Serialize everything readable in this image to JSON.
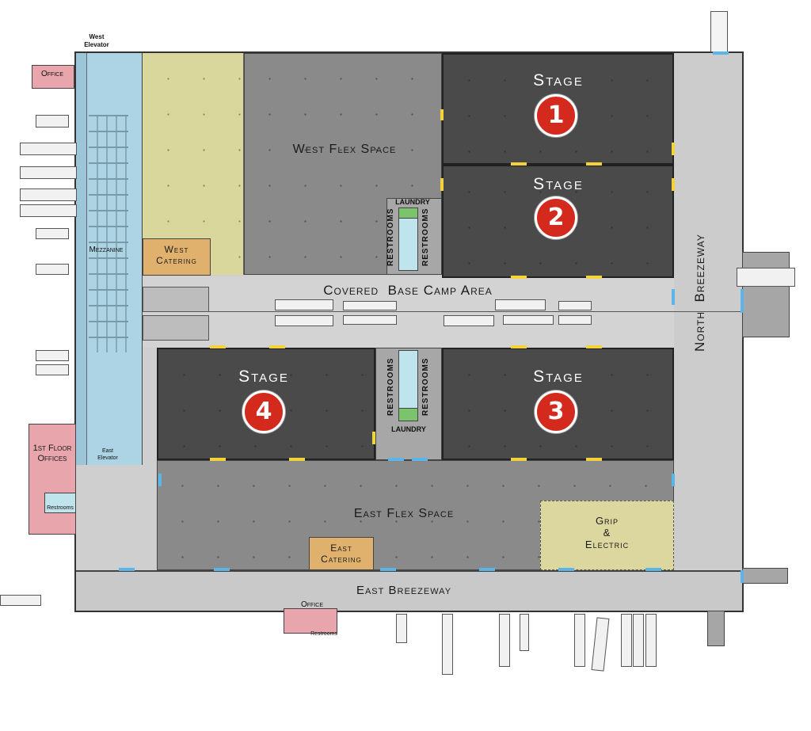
{
  "labels": {
    "west_elevator": "West\nElevator",
    "office_top": "Office",
    "mezzanine": "Mezzanine",
    "west_catering": "West\nCatering",
    "west_flex": "West Flex Space",
    "laundry_top": "LAUNDRY",
    "restrooms": "RESTROOMS",
    "covered_base_camp": "Covered  Base Camp Area",
    "north_breezeway": "North  Breezeway",
    "laundry_bottom": "LAUNDRY",
    "first_floor_offices": "1st Floor\nOffices",
    "east_elevator": "East\nElevator",
    "restrooms_small": "Restrooms",
    "east_flex": "East Flex Space",
    "east_catering": "East\nCatering",
    "grip_electric": "Grip\n&\nElectric",
    "east_breezeway": "East Breezeway",
    "office_bottom": "Office",
    "restrooms_bottom": "Restrooms"
  },
  "stages": [
    {
      "title": "Stage",
      "number": "1"
    },
    {
      "title": "Stage",
      "number": "2"
    },
    {
      "title": "Stage",
      "number": "3"
    },
    {
      "title": "Stage",
      "number": "4"
    }
  ],
  "colors": {
    "stage": "#4a4a4a",
    "flex": "#8a8a8a",
    "corridor": "#cfcfcf",
    "office_blue": "#acd4e4",
    "office_pink": "#e8a5ab",
    "catering": "#e0b16c",
    "yellow_area": "#d9d79b",
    "grip_area": "#dcd79e",
    "door_yellow": "#f2d43a",
    "door_blue": "#5bb5e8",
    "stage_badge": "#d42a1e"
  }
}
